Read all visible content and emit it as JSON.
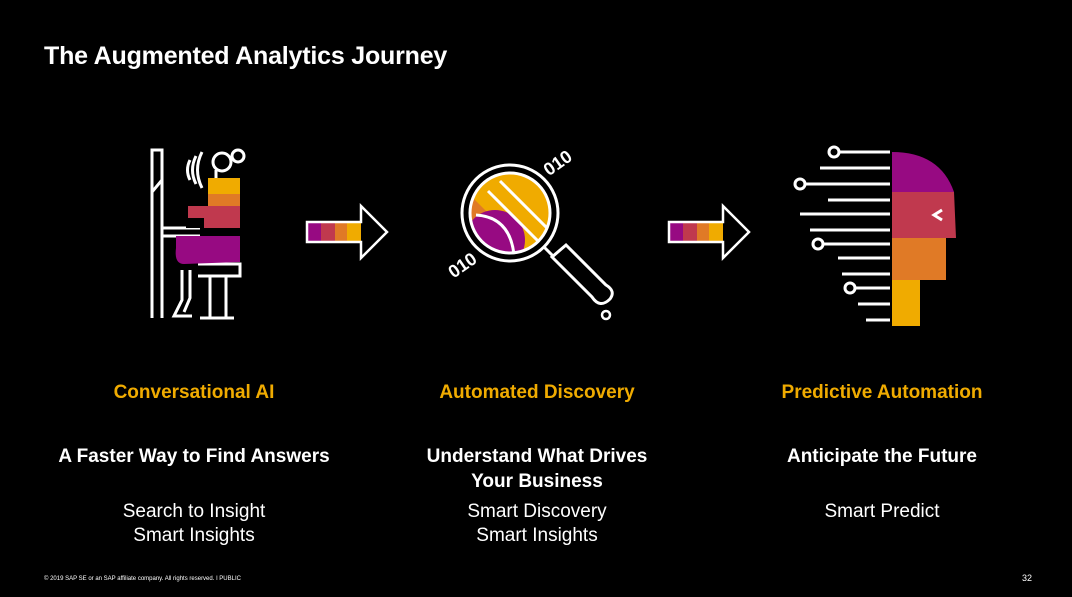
{
  "slide": {
    "title": "The Augmented Analytics Journey",
    "footer": "© 2019 SAP SE or an SAP affiliate company. All rights reserved.  ǀ  PUBLIC",
    "page_number": "32"
  },
  "columns": [
    {
      "heading": "Conversational AI",
      "subheading": "A Faster Way to Find Answers",
      "items": [
        "Search to Insight",
        "Smart Insights"
      ],
      "icon": "person-at-computer-icon"
    },
    {
      "heading": "Automated Discovery",
      "subheading_line1": "Understand What Drives",
      "subheading_line2": "Your Business",
      "items": [
        "Smart Discovery",
        "Smart Insights"
      ],
      "icon": "magnifying-glass-icon"
    },
    {
      "heading": "Predictive Automation",
      "subheading": "Anticipate the Future",
      "items": [
        "Smart Predict"
      ],
      "icon": "ai-head-icon"
    }
  ],
  "binary_text": {
    "top": "010",
    "bottom": "010"
  },
  "colors": {
    "accent_orange": "#f0ab00",
    "purple": "#970a82",
    "rose": "#c0394e",
    "orange": "#e07a26",
    "gold": "#f0ab00"
  }
}
